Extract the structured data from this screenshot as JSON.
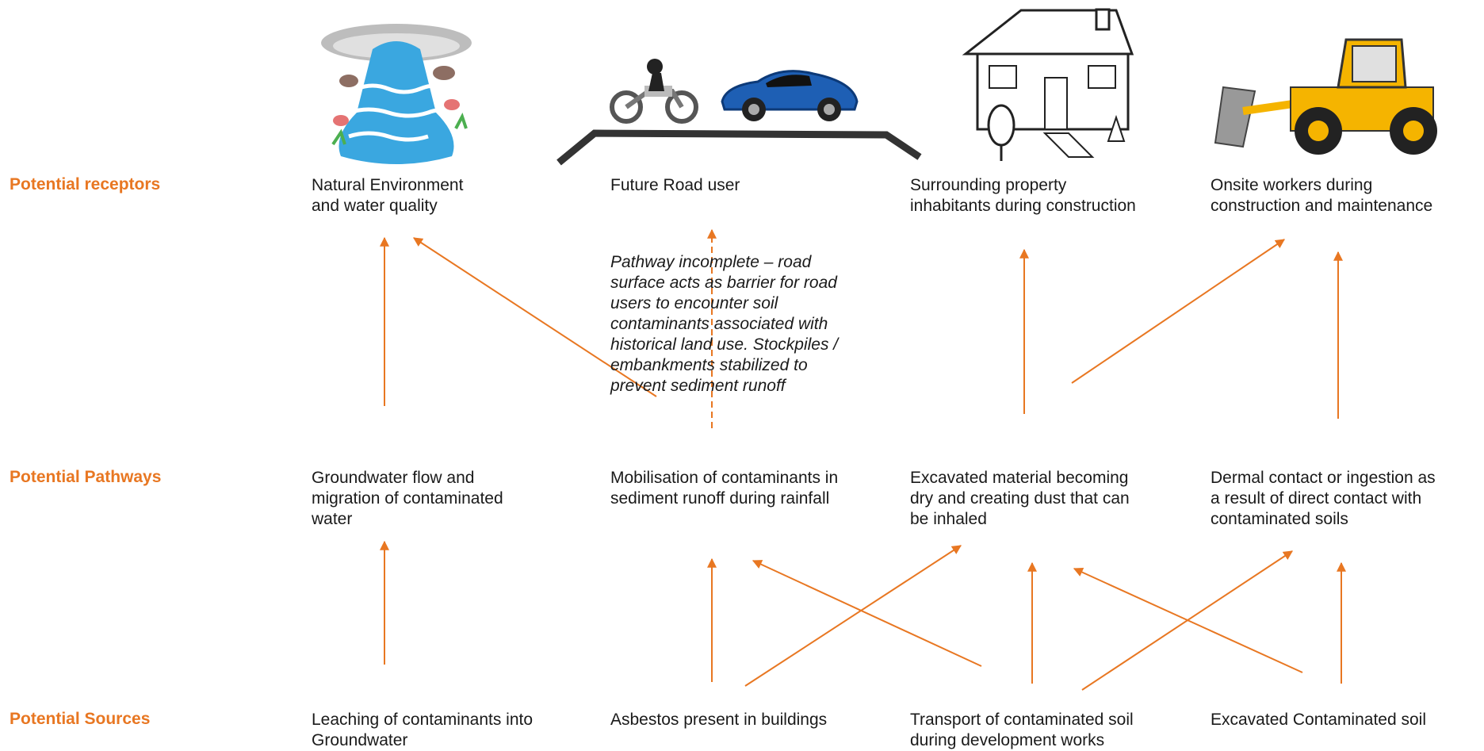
{
  "rows": {
    "receptors": "Potential receptors",
    "pathways": "Potential Pathways",
    "sources": "Potential Sources"
  },
  "receptors": [
    [
      "Natural Environment",
      "and water quality"
    ],
    [
      "Future Road user"
    ],
    [
      "Surrounding property",
      "inhabitants during construction"
    ],
    [
      "Onsite workers during",
      "construction and maintenance"
    ]
  ],
  "pathways": [
    [
      "Groundwater flow and",
      "migration of contaminated",
      "water"
    ],
    [
      "Mobilisation of contaminants in",
      "sediment runoff during rainfall"
    ],
    [
      "Excavated material becoming",
      "dry and creating dust that can",
      "be inhaled"
    ],
    [
      "Dermal contact or ingestion as",
      "a result of direct contact with",
      "contaminated soils"
    ]
  ],
  "sources": [
    [
      "Leaching of contaminants into",
      "Groundwater"
    ],
    [
      "Asbestos present in buildings"
    ],
    [
      "Transport of contaminated soil",
      "during development works"
    ],
    [
      "Excavated Contaminated soil"
    ]
  ],
  "note": [
    "Pathway incomplete – road",
    "surface acts as barrier for road",
    "users to encounter soil",
    "contaminants associated with",
    "historical land use. Stockpiles /",
    "embankments stabilized to",
    "prevent sediment runoff"
  ],
  "colors": {
    "accent": "#e87722",
    "road": "#333333"
  },
  "icons": [
    "waterfall-icon",
    "motorbike-icon",
    "car-icon",
    "house-icon",
    "loader-icon"
  ]
}
